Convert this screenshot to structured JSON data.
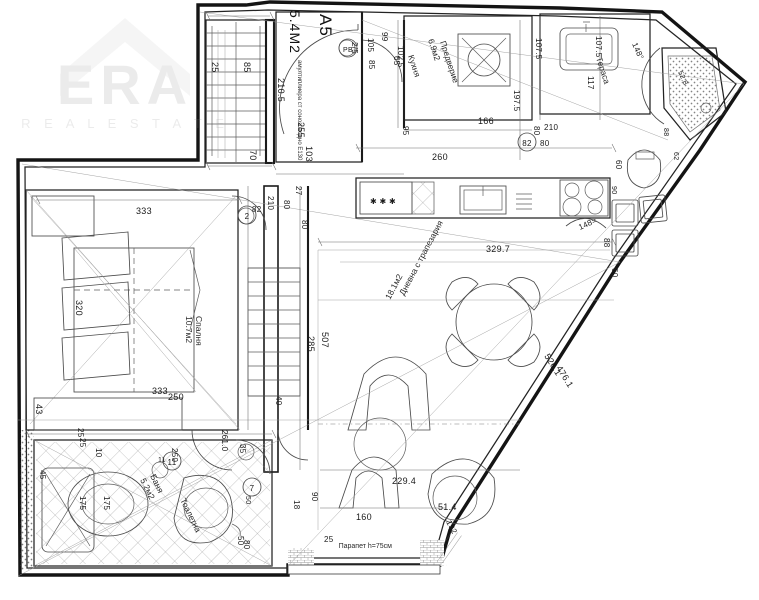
{
  "document": {
    "type": "architectural-floor-plan",
    "unit_label": "м2",
    "apartment_code": "A5",
    "area_note": "5.4М2"
  },
  "rooms": [
    {
      "id": "entrance",
      "name": "Предверие",
      "area": "6.9м2"
    },
    {
      "id": "kitchen",
      "name": "Кухня",
      "area": ""
    },
    {
      "id": "living",
      "name": "Дневна с трапезария",
      "area": "18.1м2"
    },
    {
      "id": "bedroom",
      "name": "Спалня",
      "area": "10.7м2"
    },
    {
      "id": "bathroom",
      "name": "Баня",
      "area": "5.2м2"
    },
    {
      "id": "toilet",
      "name": "Тоалетна",
      "area": ""
    },
    {
      "id": "terrace",
      "name": "Тераса",
      "area": ""
    }
  ],
  "labels": {
    "stair_note": "амултиплиера ст сонозоводно E130",
    "parapet": "Парапет h=75см"
  },
  "dimensions": {
    "top_left": [
      "25",
      "85",
      "210.5",
      "70",
      "103",
      "255"
    ],
    "top_mid": [
      "105",
      "2/5",
      "99",
      "102.5",
      "85",
      "95",
      "166",
      "197.5",
      "260",
      "80"
    ],
    "top_right": [
      "107.5",
      "117",
      "148°",
      "107.5",
      "52.8",
      "88",
      "62",
      "210",
      "80",
      "65"
    ],
    "left": [
      "333",
      "320",
      "43",
      "25",
      "250",
      "333",
      "10",
      "175",
      "175",
      "80",
      "45"
    ],
    "center": [
      "27",
      "80",
      "80",
      "210",
      "82",
      "285",
      "507",
      "40",
      "25",
      "35",
      "261.0",
      "250",
      "11"
    ],
    "right": [
      "329.7",
      "526.1",
      "476.1",
      "60",
      "88",
      "148=",
      "60",
      "90",
      "50"
    ],
    "bottom": [
      "229.4",
      "160",
      "51.4",
      "132",
      "25",
      "90",
      "18",
      "50"
    ]
  },
  "door_tags": [
    "82",
    "11",
    "7",
    "2",
    "PB"
  ],
  "watermark": {
    "brand": "ERA",
    "subtitle": "R E A L   E S T A T E"
  }
}
